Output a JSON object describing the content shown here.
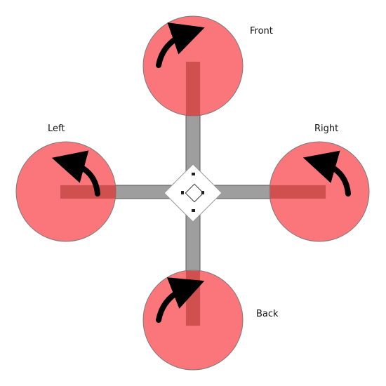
{
  "labels": {
    "front": "Front",
    "right": "Right",
    "left": "Left",
    "back": "Back"
  },
  "colors": {
    "rotor_fill": "#fb6f73",
    "rotor_stroke": "#7a7a7a",
    "arm_fill": "#9e9e9e",
    "arm_stroke": "#5a5a5a",
    "rotor_arm_overlay": "#c94a4a",
    "arrow": "#000000",
    "board_fill": "#ffffff",
    "board_stroke": "#999999"
  },
  "icons": {
    "front_motor": "clockwise-arrow-icon",
    "back_motor": "clockwise-arrow-icon",
    "left_motor": "counterclockwise-arrow-icon",
    "right_motor": "counterclockwise-arrow-icon",
    "center": "flight-controller-board-icon"
  }
}
